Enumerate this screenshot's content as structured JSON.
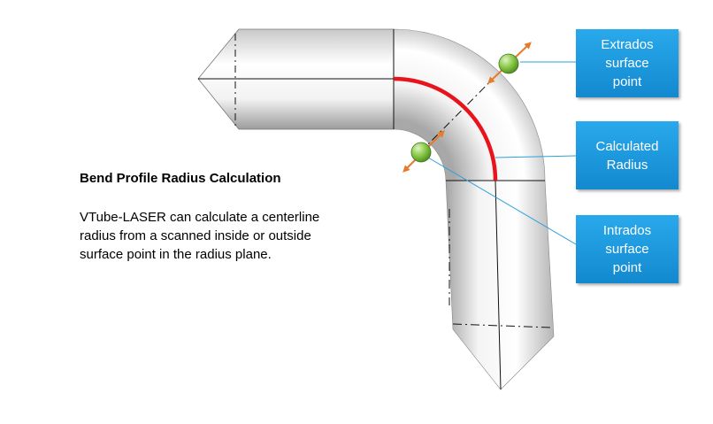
{
  "diagram": {
    "title": "Bend Profile Radius Calculation",
    "description_lines": [
      "VTube-LASER can calculate a centerline",
      "radius from a scanned inside or outside",
      "surface point in the radius plane."
    ],
    "callouts": {
      "extrados": [
        "Extrados",
        "surface",
        "point"
      ],
      "radius": [
        "Calculated",
        "Radius"
      ],
      "intrados": [
        "Intrados",
        "surface",
        "point"
      ]
    },
    "colors": {
      "callout_fill": "#1a9be0",
      "radius_arc": "#e8141b",
      "arrow": "#e87a2a",
      "point": "#7fc241"
    }
  }
}
